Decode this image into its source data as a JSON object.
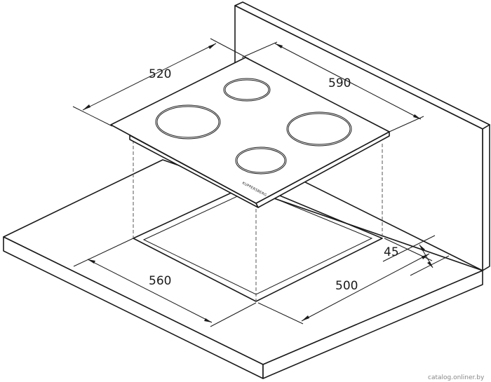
{
  "diagram": {
    "dimensions": {
      "hob_depth": "520",
      "hob_width": "590",
      "cutout_width": "560",
      "cutout_depth": "500",
      "edge_offset": "45"
    },
    "brand": "KUPPERSBERG",
    "watermark": "catalog.onliner.by"
  }
}
